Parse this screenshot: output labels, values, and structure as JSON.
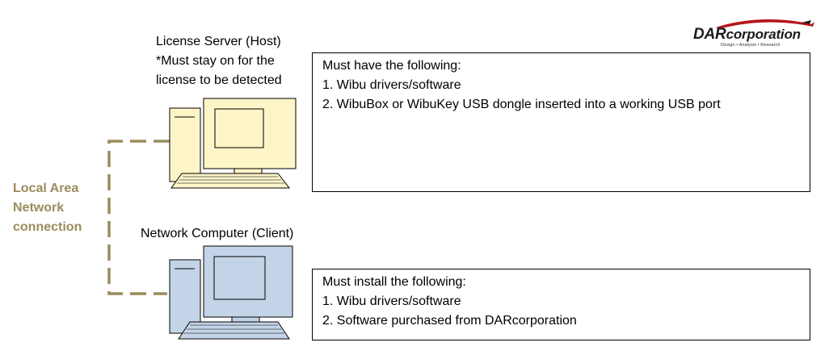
{
  "logo": {
    "name_prefix": "DAR",
    "name_suffix": "corporation",
    "tagline": "Design • Analysis • Research"
  },
  "server": {
    "label_lines": [
      "License Server (Host)",
      "*Must stay on for the",
      "license to be detected"
    ],
    "box_lines": [
      "Must have the following:",
      "1. Wibu drivers/software",
      "2. WibuBox or WibuKey USB dongle inserted into a working USB port"
    ],
    "computer_color": "#fdf5c8"
  },
  "client": {
    "label": "Network Computer (Client)",
    "box_lines": [
      "Must install the following:",
      "1. Wibu drivers/software",
      "2. Software purchased from DARcorporation"
    ],
    "computer_color": "#c3d4e8"
  },
  "connection": {
    "label_lines": [
      "Local Area",
      "Network",
      "connection"
    ],
    "color": "#9a8c5b"
  },
  "dongle_color": "#2f8a91"
}
